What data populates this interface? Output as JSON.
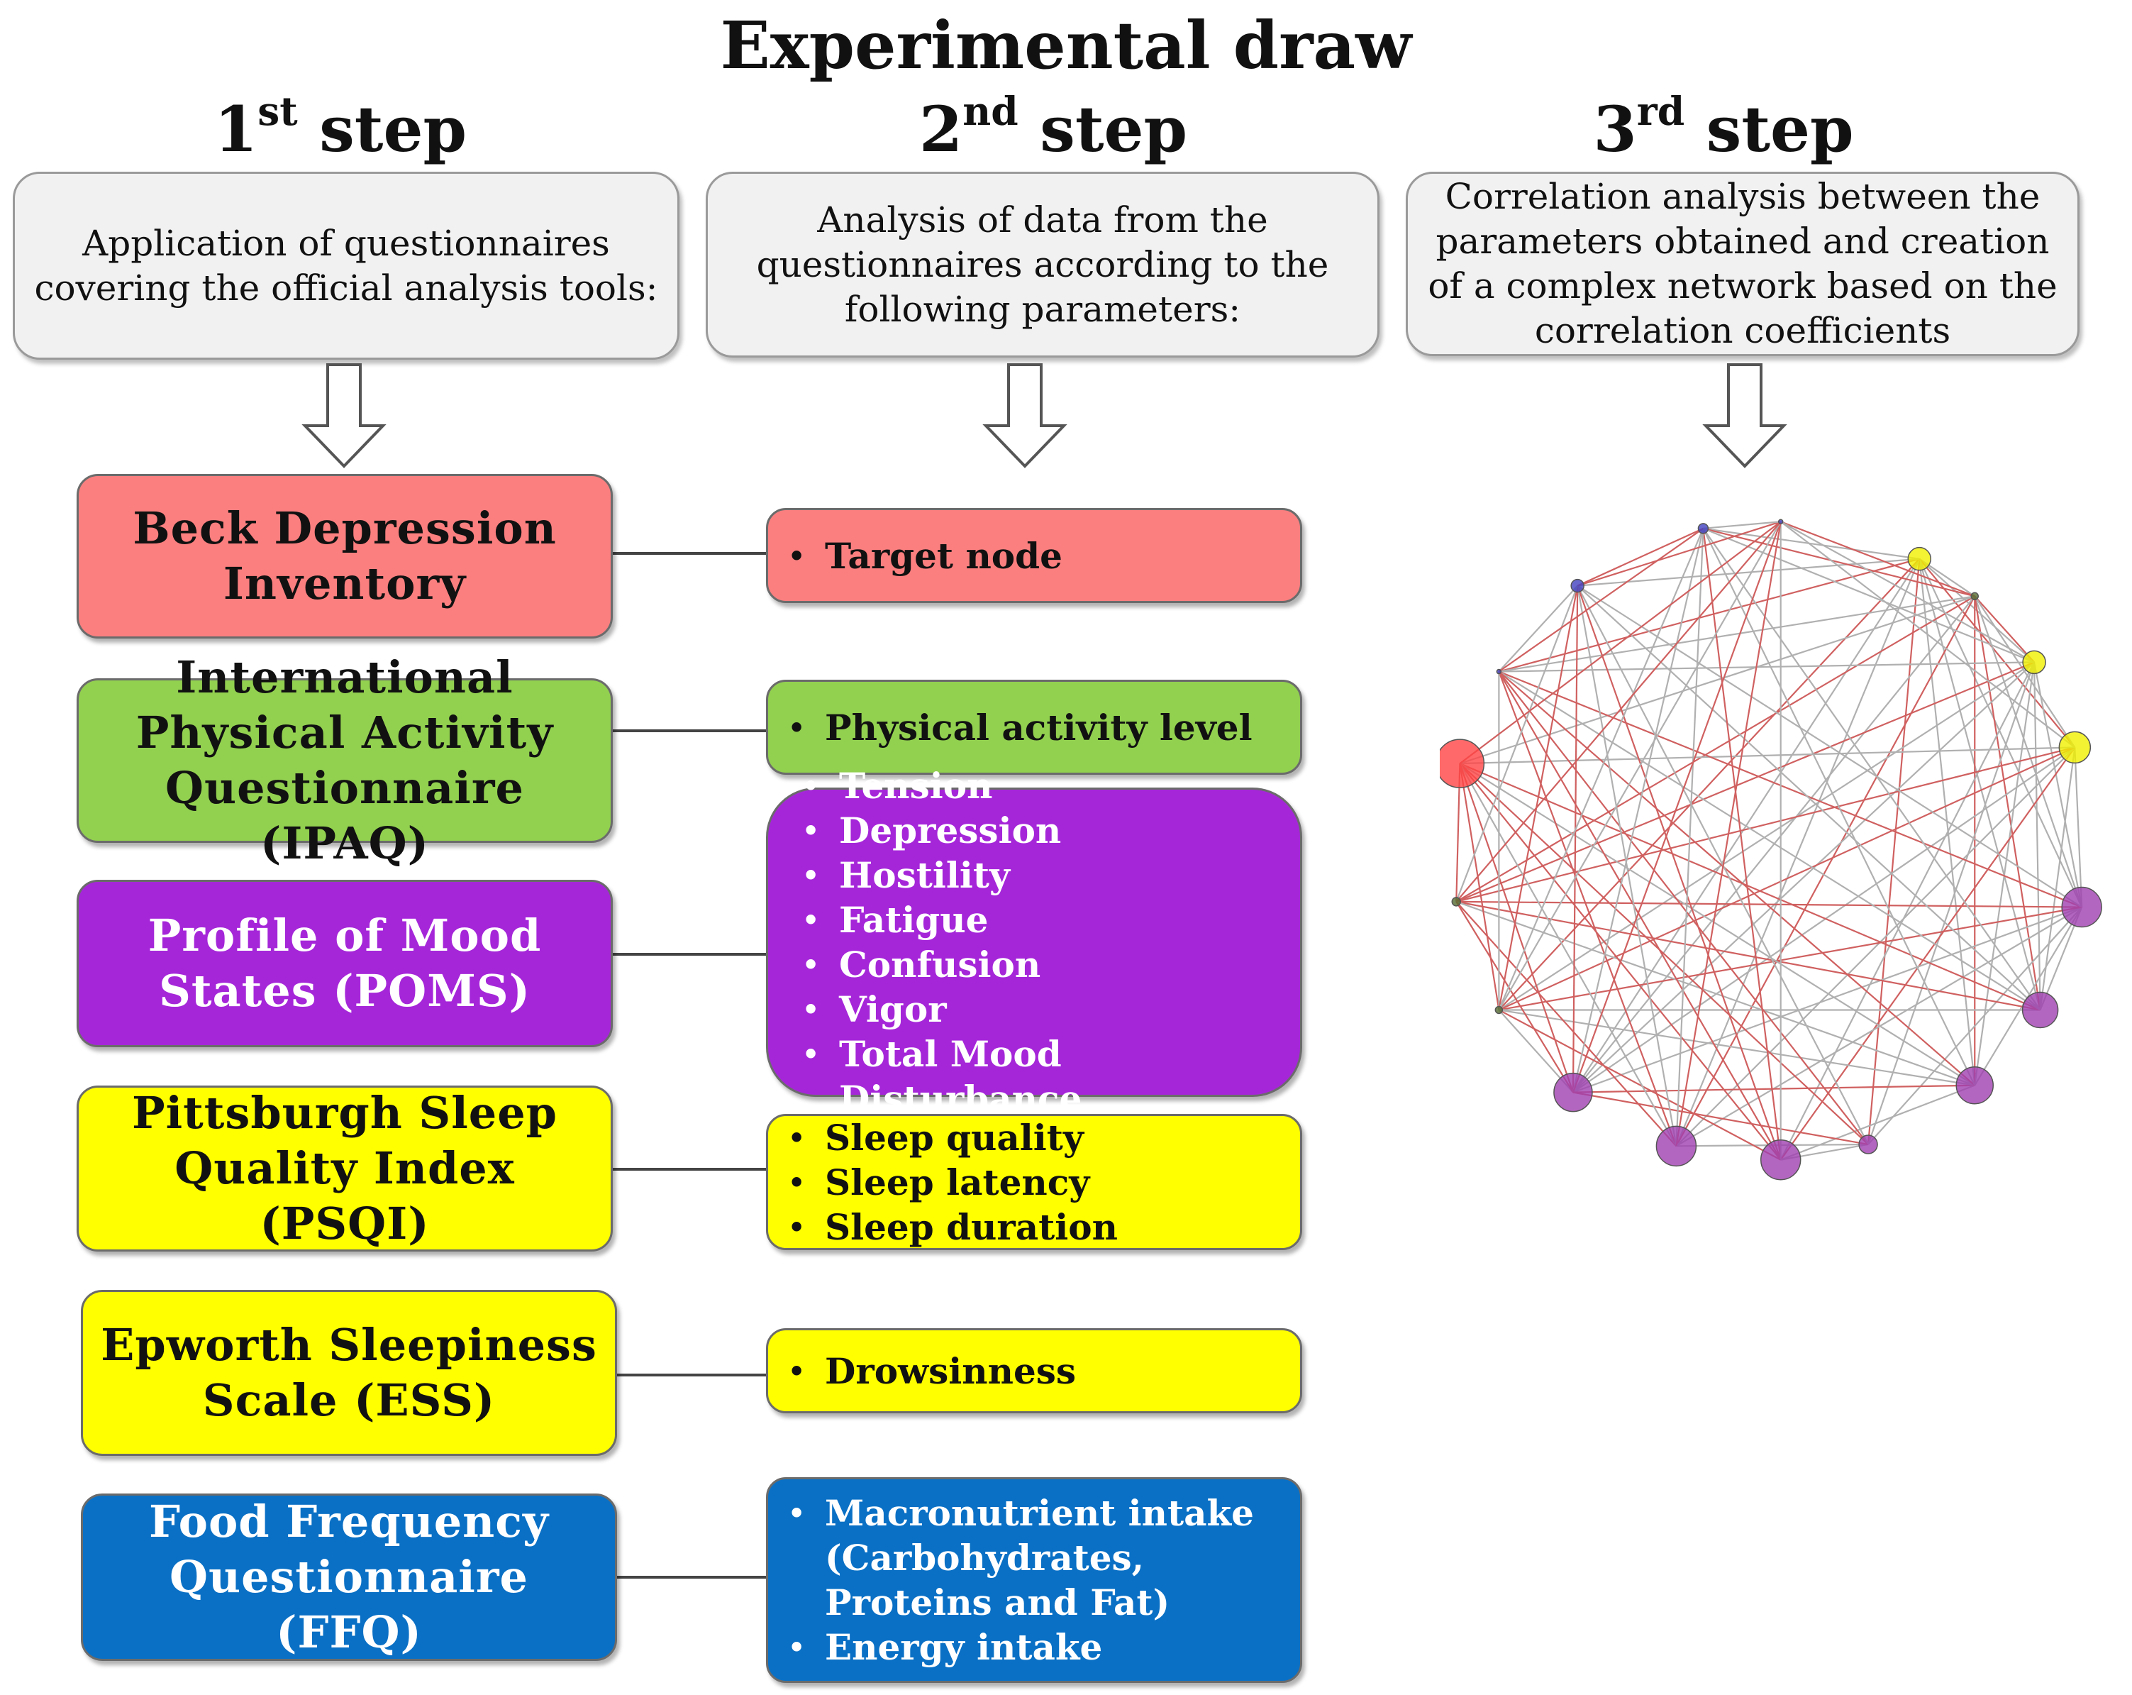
{
  "title": "Experimental draw",
  "steps": [
    {
      "num": "1",
      "sup": "st",
      "word": "step",
      "description": "Application of questionnaires covering the official analysis tools:"
    },
    {
      "num": "2",
      "sup": "nd",
      "word": "step",
      "description": "Analysis of data from the questionnaires according to the following parameters:"
    },
    {
      "num": "3",
      "sup": "rd",
      "word": "step",
      "description": "Correlation analysis between the parameters obtained and creation of a complex network based on the correlation coefficients"
    }
  ],
  "tools": [
    {
      "name": "Beck Depression Inventory",
      "color": "#fb7f7f",
      "parameters": [
        "Target node"
      ]
    },
    {
      "name": "International Physical Activity Questionnaire (IPAQ)",
      "color": "#92d050",
      "parameters": [
        "Physical activity level"
      ]
    },
    {
      "name": "Profile of Mood States (POMS)",
      "color": "#a526d9",
      "parameters": [
        "Tension",
        "Depression",
        "Hostility",
        "Fatigue",
        "Confusion",
        "Vigor",
        "Total Mood Disturbance"
      ]
    },
    {
      "name": "Pittsburgh Sleep Quality Index (PSQI)",
      "color": "#ffff00",
      "parameters": [
        "Sleep quality",
        "Sleep latency",
        "Sleep duration"
      ]
    },
    {
      "name": "Epworth Sleepiness Scale (ESS)",
      "color": "#ffff00",
      "parameters": [
        "Drowsinness"
      ]
    },
    {
      "name": "Food Frequency Questionnaire (FFQ)",
      "color": "#0a70c5",
      "parameters": [
        "Macronutrient intake (Carbohydrates, Proteins and Fat)",
        "Energy intake"
      ]
    }
  ],
  "network": {
    "node_colors": {
      "target": "#ff4444",
      "activity": "#556b2f",
      "mood": "#a040b0",
      "sleep": "#f0f000",
      "food": "#4040c0"
    },
    "edge_colors": {
      "positive": "#b0b0b0",
      "negative": "#d06060"
    }
  }
}
